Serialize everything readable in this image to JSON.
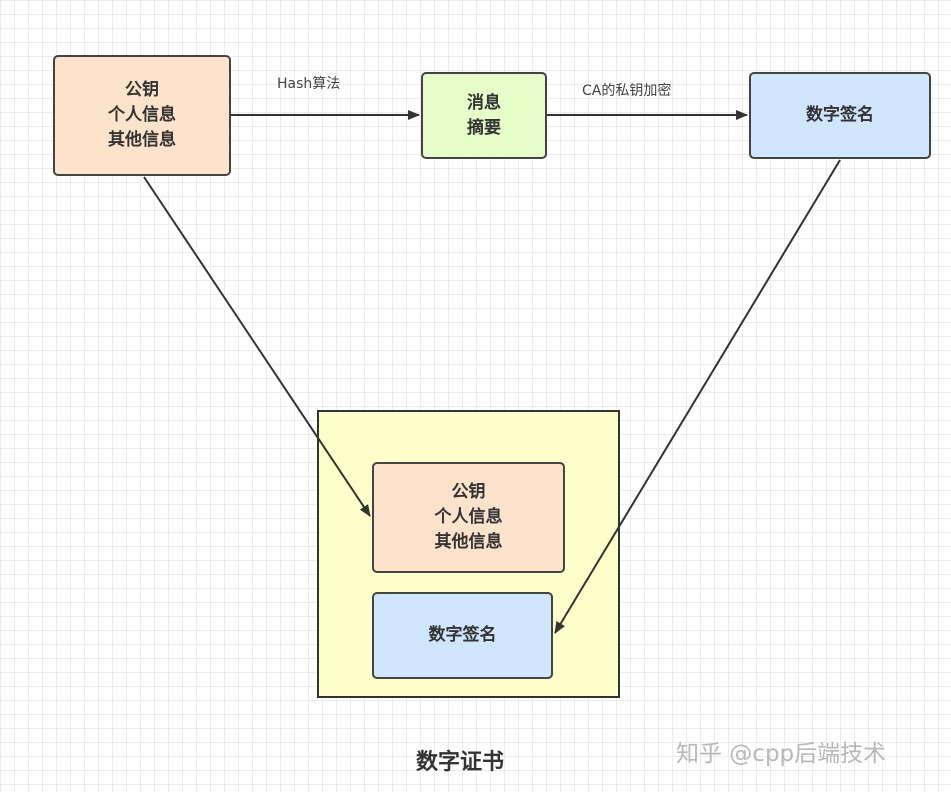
{
  "source_box": {
    "lines": [
      "公钥",
      "个人信息",
      "其他信息"
    ]
  },
  "digest_box": {
    "lines": [
      "消息",
      "摘要"
    ]
  },
  "signature_box": {
    "label": "数字签名"
  },
  "edge_hash": {
    "label": "Hash算法"
  },
  "edge_encrypt": {
    "label": "CA的私钥加密"
  },
  "certificate": {
    "title": "数字证书",
    "info_box": {
      "lines": [
        "公钥",
        "个人信息",
        "其他信息"
      ]
    },
    "signature_box": {
      "label": "数字签名"
    }
  },
  "watermark": "知乎 @cpp后端技术",
  "colors": {
    "info_fill": "#fde3cc",
    "digest_fill": "#e6fcc9",
    "signature_fill": "#cfe6fc",
    "certificate_fill": "#ffffcc",
    "stroke": "#444444"
  }
}
